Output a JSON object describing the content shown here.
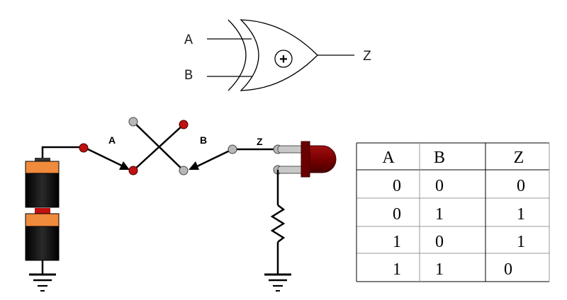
{
  "gate": {
    "input_a": "A",
    "input_b": "B",
    "output": "Z",
    "symbol": "+"
  },
  "circuit": {
    "switch_a_label": "A",
    "switch_b_label": "B",
    "output_label": "Z",
    "colors": {
      "contact_red": "#c01010",
      "contact_grey": "#b8b8b8",
      "battery_cap": "#f08a3c",
      "battery_body": "#111111",
      "led": "#8b0000",
      "wire": "#000000"
    }
  },
  "truth_table": {
    "headers": [
      "A",
      "B",
      "Z"
    ],
    "rows": [
      [
        "0",
        "0",
        "0"
      ],
      [
        "0",
        "1",
        "1"
      ],
      [
        "1",
        "0",
        "1"
      ],
      [
        "1",
        "1",
        "0"
      ]
    ]
  }
}
